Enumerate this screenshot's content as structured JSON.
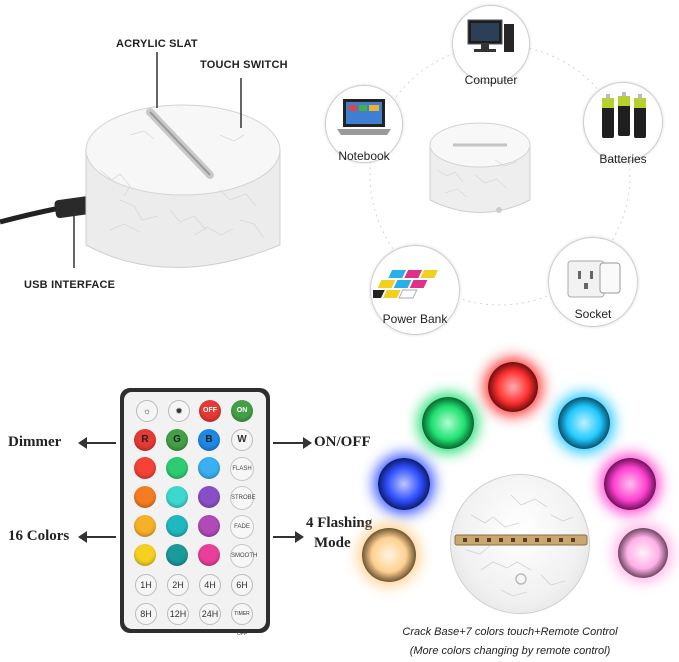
{
  "top_left": {
    "acrylic_slat": "ACRYLIC SLAT",
    "touch_switch": "TOUCH SWITCH",
    "usb_interface": "USB INTERFACE"
  },
  "top_right": {
    "computer": "Computer",
    "notebook": "Notebook",
    "batteries": "Batteries",
    "power_bank": "Power Bank",
    "socket": "Socket"
  },
  "remote": {
    "dimmer": "Dimmer",
    "on_off": "ON/OFF",
    "colors16": "16 Colors",
    "flashing_line1": "4 Flashing",
    "flashing_line2": "Mode",
    "off_btn": "OFF",
    "on_btn": "ON",
    "r": "R",
    "g": "G",
    "b": "B",
    "w": "W",
    "flash": "FLASH",
    "strobe": "STROBE",
    "fade": "FADE",
    "smooth": "SMOOTH",
    "t1h": "1H",
    "t2h": "2H",
    "t4h": "4H",
    "t6h": "6H",
    "t8h": "8H",
    "t12h": "12H",
    "t24h": "24H",
    "timer_off": "TIMER OFF"
  },
  "caption": {
    "line1": "Crack Base+7 colors touch+Remote Control",
    "line2": "(More colors changing by remote control)"
  },
  "colors": {
    "r": "#e53935",
    "g": "#43a047",
    "b": "#1e88e5",
    "orb_red": "#ff3030",
    "orb_green": "#20e070",
    "orb_cyan": "#20c8ff",
    "orb_blue": "#3050ff",
    "orb_pink": "#ff40d0",
    "orb_warm": "#ffd090",
    "orb_lilac": "#ffb0e8"
  }
}
